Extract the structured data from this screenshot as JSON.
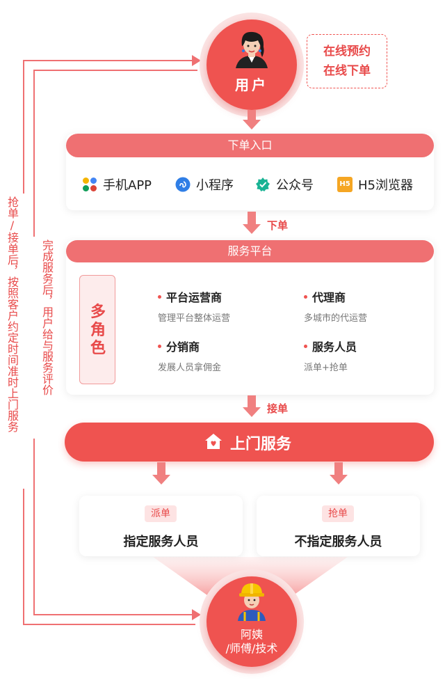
{
  "user": {
    "label": "用户",
    "icon": "woman-avatar-icon"
  },
  "online_note": {
    "line1": "在线预约",
    "line2": "在线下单"
  },
  "entry_bar": {
    "title": "下单入口"
  },
  "entries": [
    {
      "label": "手机APP",
      "icon": "app-grid-icon"
    },
    {
      "label": "小程序",
      "icon": "mini-program-icon"
    },
    {
      "label": "公众号",
      "icon": "official-account-icon"
    },
    {
      "label": "H5浏览器",
      "icon": "h5-icon",
      "icon_text": "H5"
    }
  ],
  "arrows": {
    "order": "下单",
    "accept": "接单"
  },
  "platform_bar": {
    "title": "服务平台"
  },
  "multi_role": {
    "label": "多角色"
  },
  "roles": [
    {
      "title": "平台运营商",
      "desc": "管理平台整体运营"
    },
    {
      "title": "代理商",
      "desc": "多城市的代运营"
    },
    {
      "title": "分销商",
      "desc": "发展人员拿佣金"
    },
    {
      "title": "服务人员",
      "desc": "派单+抢单"
    }
  ],
  "door_service": {
    "label": "上门服务",
    "icon": "home-heart-icon"
  },
  "assign_cards": [
    {
      "tag": "派单",
      "text": "指定服务人员"
    },
    {
      "tag": "抢单",
      "text": "不指定服务人员"
    }
  ],
  "worker": {
    "line1": "阿姨",
    "line2": "/师傅/技术",
    "icon": "worker-helmet-icon"
  },
  "left_outer_text": "抢单/接单后，按照客户约定时间准时上门服务",
  "left_inner_text": "完成服务后，用户给与服务评价",
  "colors": {
    "accent": "#ef5350",
    "bar": "#ef7072",
    "arrow": "#f08080",
    "tag_bg": "#fde3e3"
  }
}
